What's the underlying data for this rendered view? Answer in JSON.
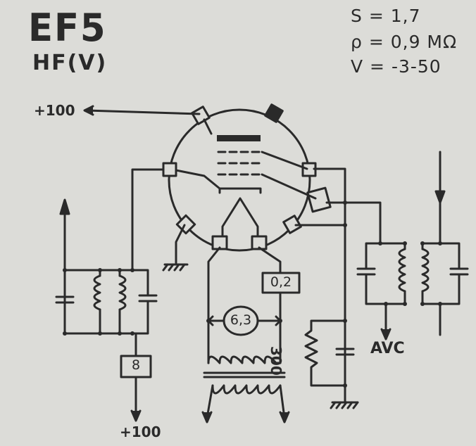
{
  "title": "EF5",
  "subtitle": "HF(V)",
  "params": {
    "s": "S = 1,7",
    "rho": "ρ = 0,9 MΩ",
    "v": "V = -3-50"
  },
  "labels": {
    "anode_supply": "+100",
    "screen_supply": "+100",
    "avc": "AVC",
    "resistor": "300",
    "screen_resistor": "8",
    "heater_current": "0,2",
    "heater_voltage": "6,3"
  },
  "colors": {
    "background": "#dcdcd8",
    "ink": "#2a2a2a"
  }
}
